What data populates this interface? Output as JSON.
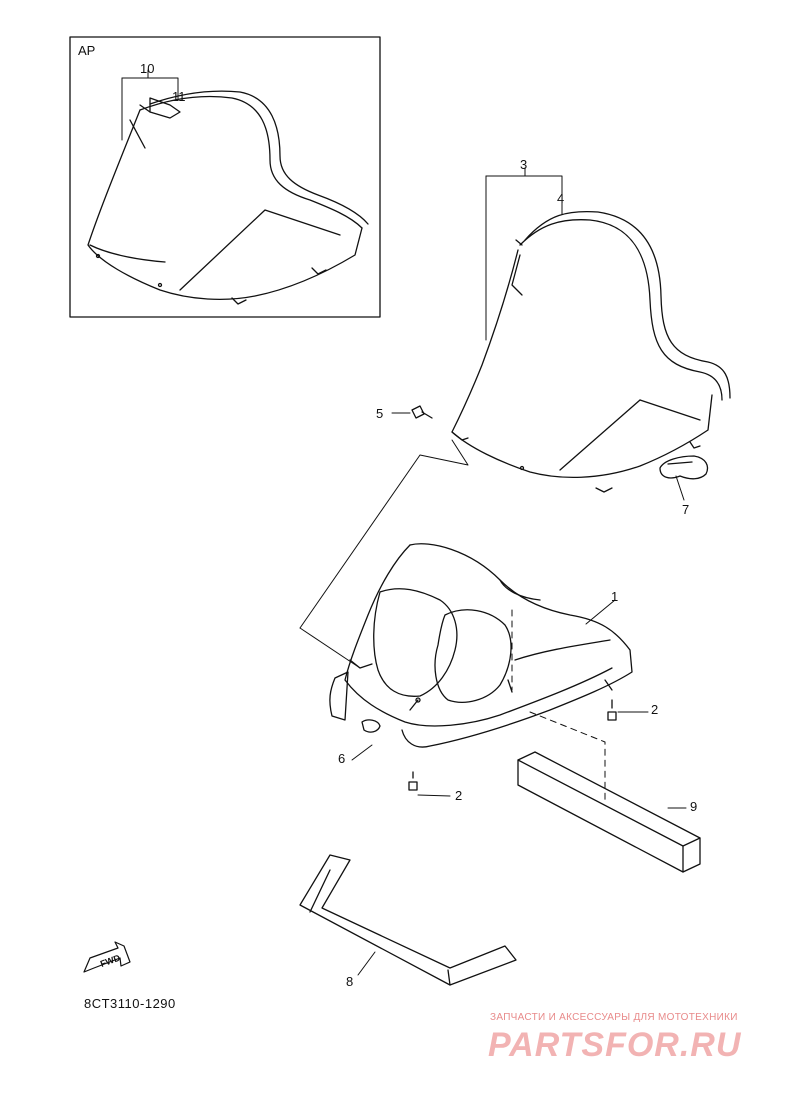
{
  "inset": {
    "label": "AP"
  },
  "callouts": {
    "p1": "1",
    "p2a": "2",
    "p2b": "2",
    "p3": "3",
    "p4": "4",
    "p5": "5",
    "p6": "6",
    "p7": "7",
    "p8": "8",
    "p9": "9",
    "p10": "10",
    "p11": "11"
  },
  "fwd_label": "FWD",
  "diagram_code": "8CT3110-1290",
  "watermark": {
    "tagline": "ЗАПЧАСТИ И АКСЕССУАРЫ ДЛЯ МОТОТЕХНИКИ",
    "brand": "PARTSFOR.RU"
  },
  "colors": {
    "line": "#111111",
    "watermark": "#f2b3b3"
  }
}
